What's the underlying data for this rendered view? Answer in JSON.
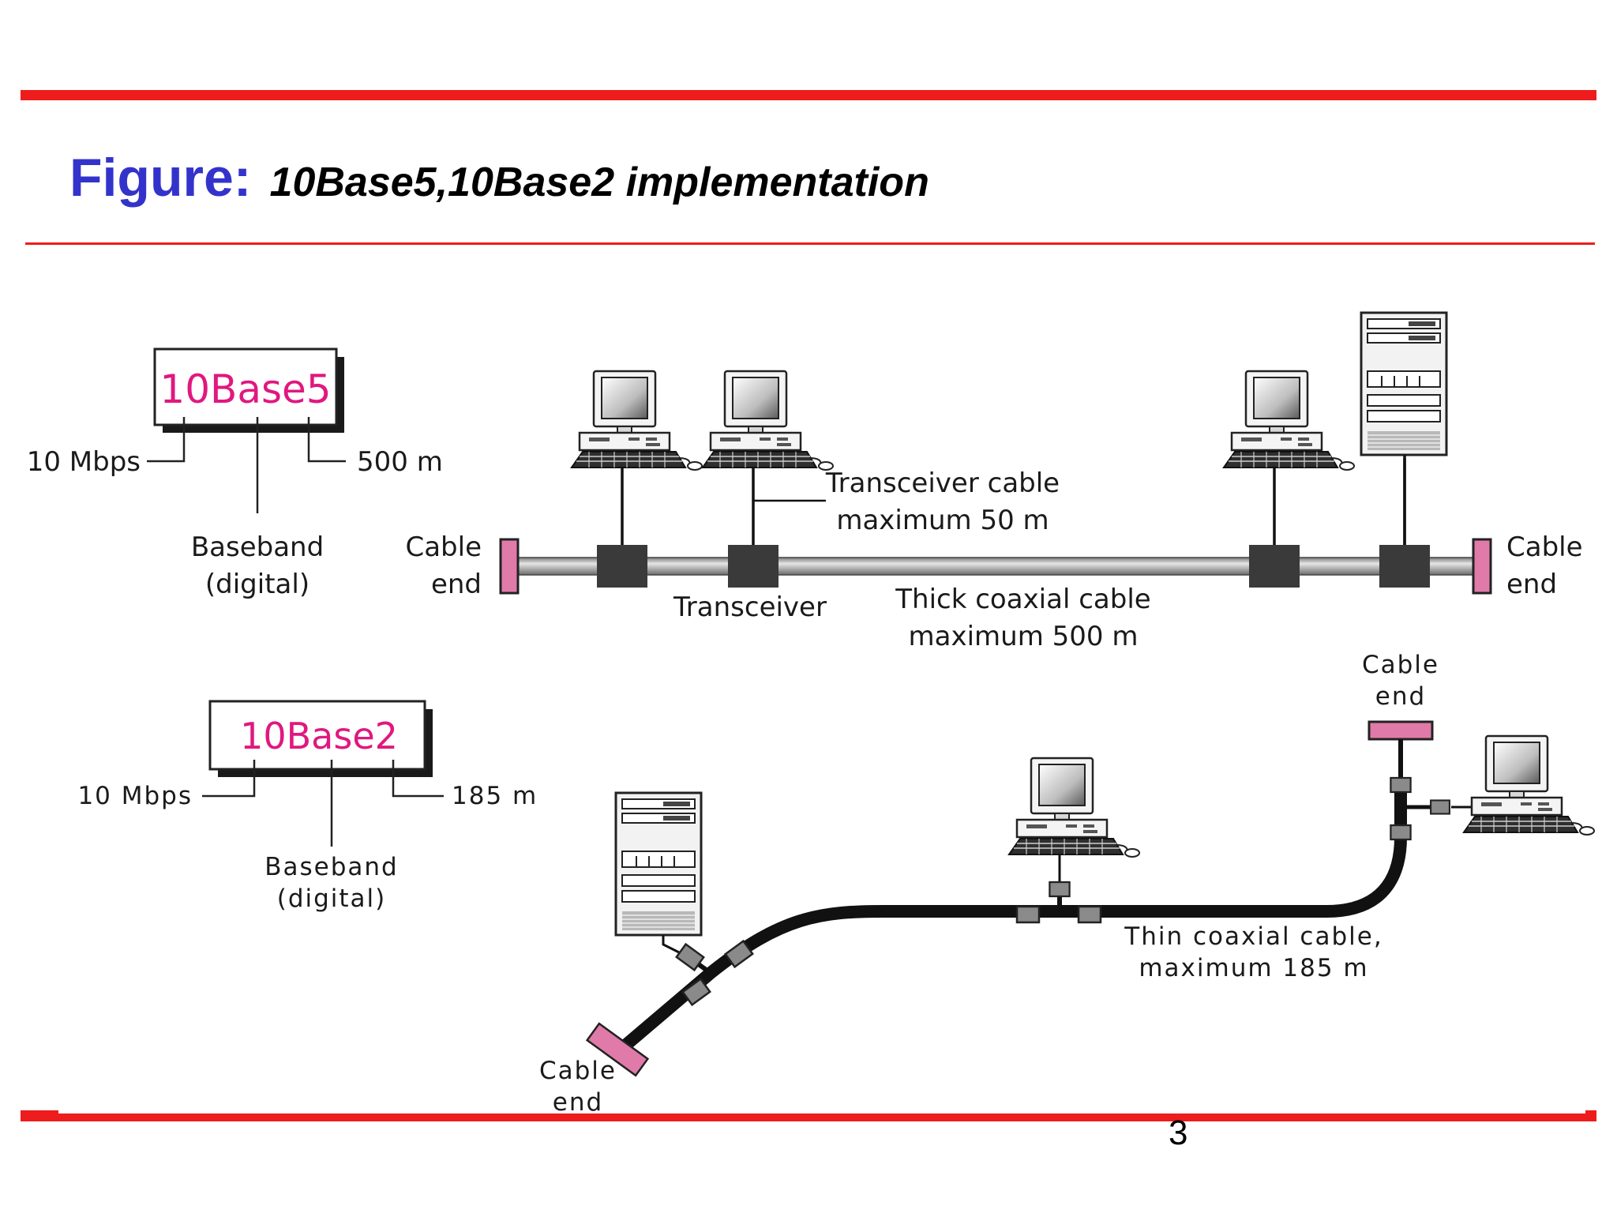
{
  "slide": {
    "title_prefix": "Figure:",
    "title_main": "10Base5,10Base2 implementation",
    "page_number": "3",
    "accent_color": "#ee1c1c",
    "title_color": "#3333cc"
  },
  "base5": {
    "name": "10Base5",
    "rate": "10 Mbps",
    "length": "500 m",
    "signal_line1": "Baseband",
    "signal_line2": "(digital)",
    "cable_end_line1": "Cable",
    "cable_end_line2": "end",
    "transceiver_cable_line1": "Transceiver cable",
    "transceiver_cable_line2": "maximum 50 m",
    "transceiver_label": "Transceiver",
    "thick_cable_line1": "Thick coaxial cable",
    "thick_cable_line2": "maximum 500 m"
  },
  "base2": {
    "name": "10Base2",
    "rate": "10 Mbps",
    "length": "185 m",
    "signal_line1": "Baseband",
    "signal_line2": "(digital)",
    "cable_end_line1": "Cable",
    "cable_end_line2": "end",
    "thin_cable_line1": "Thin coaxial cable,",
    "thin_cable_line2": "maximum 185 m"
  },
  "colors": {
    "brand_pink": "#e0187f",
    "cable_end": "#e07aa8",
    "transceiver": "#3a3a3a",
    "connector": "#8a8a8a"
  },
  "icons": [
    "workstation-icon",
    "server-icon",
    "transceiver-icon",
    "terminator-icon",
    "t-connector-icon"
  ]
}
